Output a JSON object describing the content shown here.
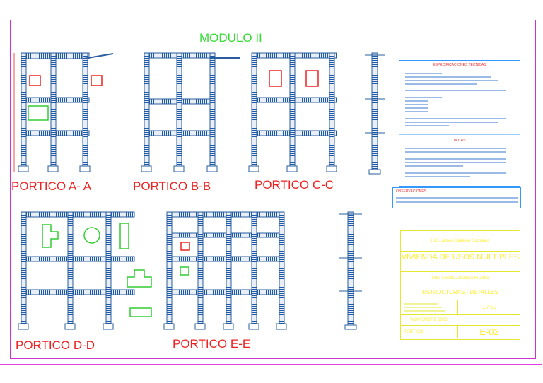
{
  "sheet_title": "MODULO II",
  "porticos": [
    {
      "label": "PORTICO A- A"
    },
    {
      "label": "PORTICO B-B"
    },
    {
      "label": "PORTICO C-C"
    },
    {
      "label": "PORTICO D-D"
    },
    {
      "label": "PORTICO E-E"
    }
  ],
  "specs": {
    "title": "ESPECIFICACIONES  TECNICAS",
    "notes_title": "NOTAS",
    "obs_title": "OBSERVACIONES"
  },
  "title_block": {
    "engineer": "ING. James Baldeon Gonzales",
    "project": "VIVIENDA DE USOS MULTIPLES",
    "owner": "Srta. Lovida Janampa Huacho",
    "discipline": "ESTRUCTURAS - DETALLES",
    "scale": "1 / 50",
    "date": "NOVIEMBRE 2023",
    "sheet_name": "PORTICO",
    "sheet_code": "E-02"
  },
  "colors": {
    "frame": "#2a5d9e",
    "beam": "#1e90ff",
    "label": "#ee2222",
    "title": "#33dd33",
    "titleblock": "#ffee33"
  }
}
